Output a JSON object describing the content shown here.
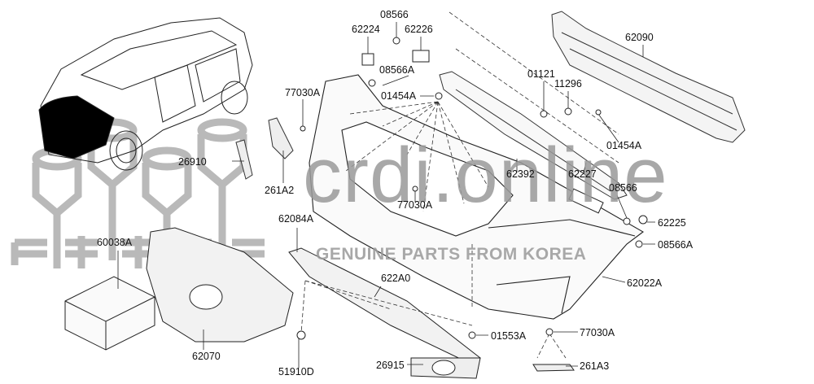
{
  "watermark": {
    "brand": "crdi.online",
    "tagline": "GENUINE PARTS FROM KOREA"
  },
  "labels": {
    "l08566_top": "08566",
    "l62224": "62224",
    "l62226": "62226",
    "l08566A_top": "08566A",
    "l01454A_left": "01454A",
    "l77030A_top": "77030A",
    "l01121": "01121",
    "l11296": "11296",
    "l62090": "62090",
    "l01454A_right": "01454A",
    "l26910": "26910",
    "l261A2": "261A2",
    "l62392": "62392",
    "l62227": "62227",
    "l77030A_mid": "77030A",
    "l08566_right": "08566",
    "l62225": "62225",
    "l08566A_right": "08566A",
    "l62084A": "62084A",
    "l60038A": "60038A",
    "l622A0": "622A0",
    "l62022A": "62022A",
    "l62070": "62070",
    "l51910D": "51910D",
    "l26915": "26915",
    "l01553A": "01553A",
    "l77030A_bottom": "77030A",
    "l261A3": "261A3"
  }
}
